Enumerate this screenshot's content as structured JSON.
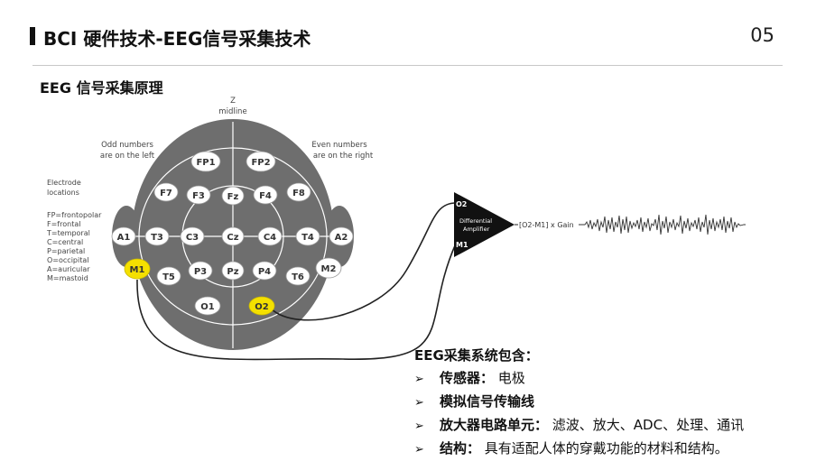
{
  "header": {
    "title": "BCI 硬件技术-EEG信号采集技术",
    "page_number": "05"
  },
  "section": {
    "subtitle": "EEG 信号采集原理"
  },
  "diagram": {
    "z_label": "Z",
    "midline_label": "midline",
    "odd_line1": "Odd numbers",
    "odd_line2": "are on the left",
    "even_line1": "Even numbers",
    "even_line2": "are on the right",
    "legend": [
      "Electrode",
      "locations",
      "",
      "FP=frontopolar",
      "F=frontal",
      "T=temporal",
      "C=central",
      "P=parietal",
      "O=occipital",
      "A=auricular",
      "M=mastoid"
    ],
    "electrodes": {
      "fp1": "FP1",
      "fp2": "FP2",
      "f7": "F7",
      "f3": "F3",
      "fz": "Fz",
      "f4": "F4",
      "f8": "F8",
      "a1": "A1",
      "t3": "T3",
      "c3": "C3",
      "cz": "Cz",
      "c4": "C4",
      "t4": "T4",
      "a2": "A2",
      "m1": "M1",
      "t5": "T5",
      "p3": "P3",
      "pz": "Pz",
      "p4": "P4",
      "t6": "T6",
      "m2": "M2",
      "o1": "O1",
      "o2": "O2"
    },
    "amplifier": {
      "input_top": "O2",
      "input_bottom": "M1",
      "line1": "Differential",
      "line2": "Amplifier",
      "output": "[O2-M1] x Gain"
    },
    "colors": {
      "head": "#6e6e6e",
      "electrode": "#ffffff",
      "highlight": "#f4e000",
      "amplifier": "#111111"
    }
  },
  "info": {
    "heading": "EEG采集系统包含：",
    "items": [
      {
        "key": "传感器：",
        "value": " 电极"
      },
      {
        "key": "模拟信号传输线",
        "value": ""
      },
      {
        "key": "放大器电路单元：",
        "value": " 滤波、放大、ADC、处理、通讯"
      },
      {
        "key": "结构：",
        "value": " 具有适配人体的穿戴功能的材料和结构。"
      }
    ]
  }
}
